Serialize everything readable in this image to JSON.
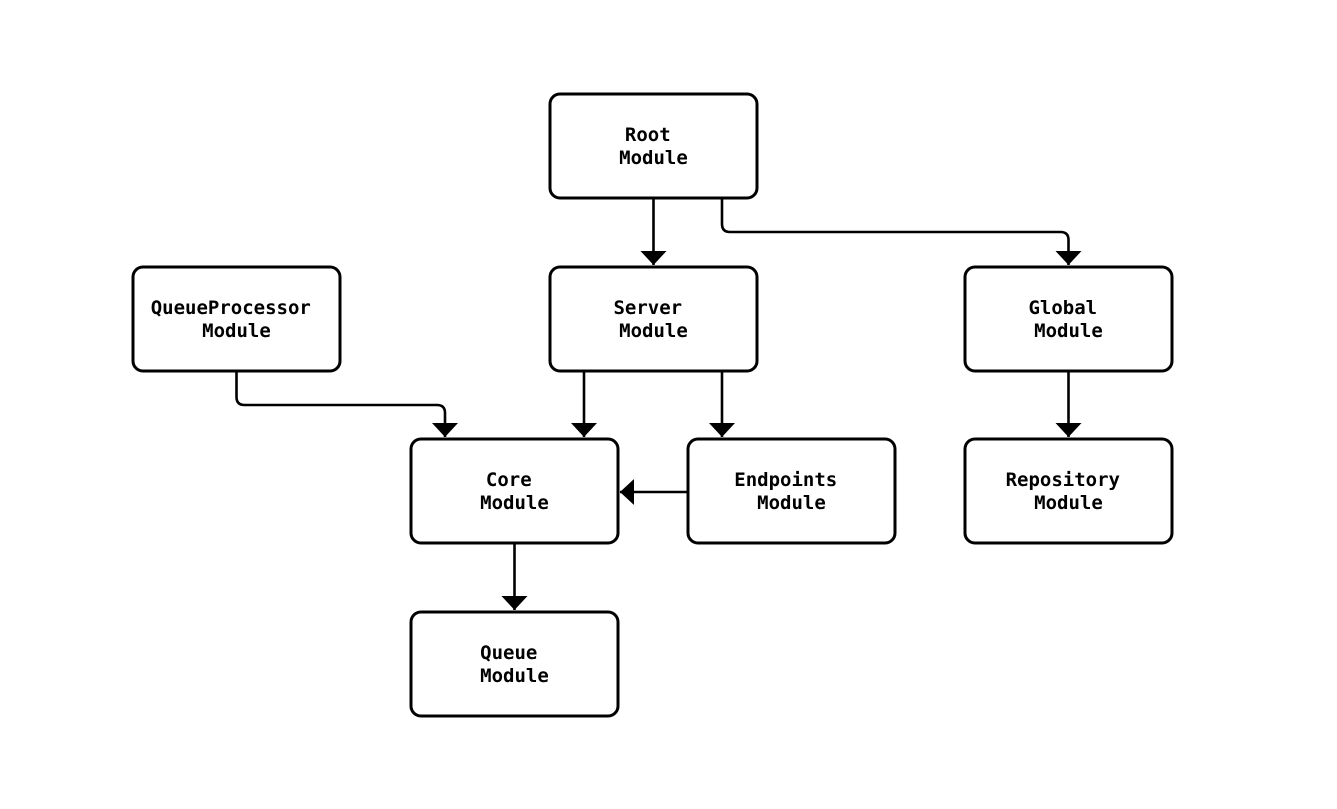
{
  "diagram": {
    "type": "module-dependency-graph",
    "colors": {
      "background": "#ffffff",
      "node_fill": "#ffffff",
      "node_stroke": "#000000",
      "edge_stroke": "#000000",
      "text": "#000000"
    },
    "nodes": [
      {
        "id": "root",
        "lines": [
          "Root",
          "Module"
        ]
      },
      {
        "id": "server",
        "lines": [
          "Server",
          "Module"
        ]
      },
      {
        "id": "global",
        "lines": [
          "Global",
          "Module"
        ]
      },
      {
        "id": "queueprocessor",
        "lines": [
          "QueueProcessor",
          "Module"
        ]
      },
      {
        "id": "core",
        "lines": [
          "Core",
          "Module"
        ]
      },
      {
        "id": "endpoints",
        "lines": [
          "Endpoints",
          "Module"
        ]
      },
      {
        "id": "repository",
        "lines": [
          "Repository",
          "Module"
        ]
      },
      {
        "id": "queue",
        "lines": [
          "Queue",
          "Module"
        ]
      }
    ],
    "edges": [
      {
        "from": "root",
        "to": "server"
      },
      {
        "from": "root",
        "to": "global"
      },
      {
        "from": "queueprocessor",
        "to": "core"
      },
      {
        "from": "server",
        "to": "core"
      },
      {
        "from": "server",
        "to": "endpoints"
      },
      {
        "from": "endpoints",
        "to": "core"
      },
      {
        "from": "global",
        "to": "repository"
      },
      {
        "from": "core",
        "to": "queue"
      }
    ]
  }
}
